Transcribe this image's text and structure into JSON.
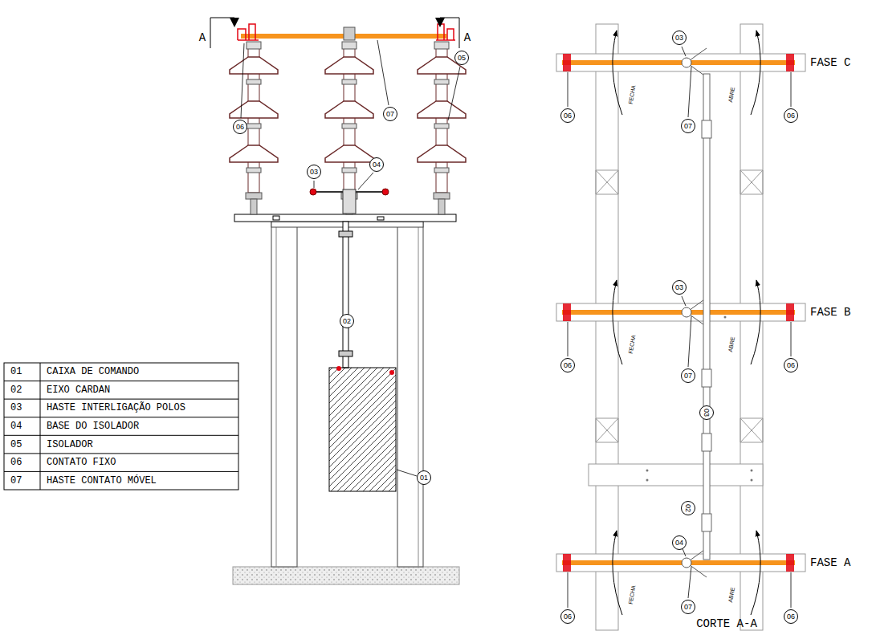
{
  "diagram": {
    "labels": [
      "A",
      "A",
      "06",
      "07",
      "05",
      "03",
      "04",
      "02",
      "01",
      "01",
      "CAIXA DE COMANDO",
      "02",
      "EIXO CARDAN",
      "03",
      "HASTE INTERLIGAÇÃO POLOS",
      "04",
      "BASE DO ISOLADOR",
      "05",
      "ISOLADOR",
      "06",
      "CONTATO FIXO",
      "07",
      "HASTE CONTATO MÓVEL",
      "03",
      "FASE C",
      "06",
      "07",
      "06",
      "FECHA",
      "ABRE",
      "03",
      "FASE B",
      "06",
      "07",
      "06",
      "03",
      "FECHA",
      "ABRE",
      "02",
      "04",
      "FASE A",
      "06",
      "07",
      "06",
      "FECHA",
      "ABRE",
      "CORTE A-A"
    ]
  }
}
